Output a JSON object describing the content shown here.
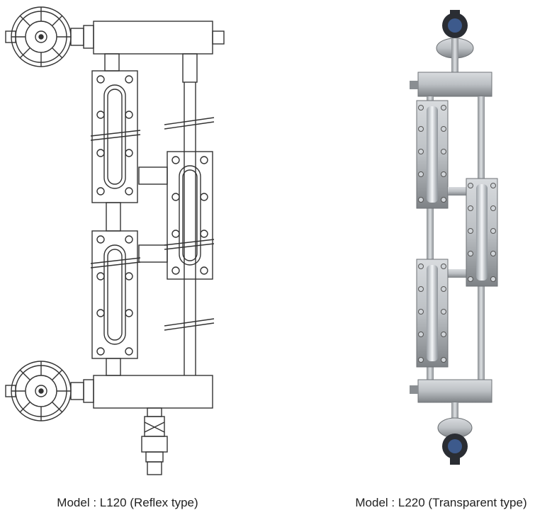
{
  "figures": [
    {
      "caption": "Model : L120 (Reflex type)",
      "style": "line-drawing",
      "stroke_color": "#333333"
    },
    {
      "caption": "Model : L220 (Transparent type)",
      "style": "rendered-photo",
      "metal_color": "#b8bcc0",
      "handwheel_color": "#3d5a8c"
    }
  ]
}
